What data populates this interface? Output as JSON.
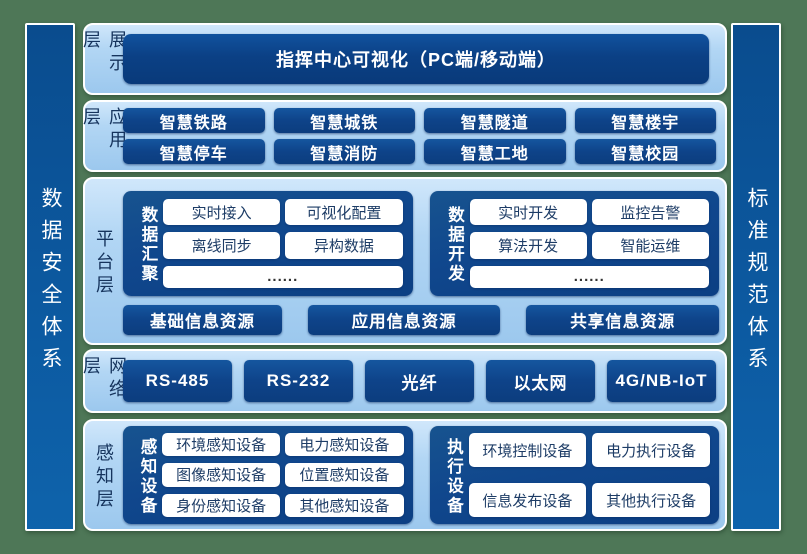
{
  "colors": {
    "background_green": "#4e7757",
    "panel_light_blue": "#a9d0f1",
    "box_navy": "#0e4389",
    "pillar_blue": "#0c59a0",
    "white_box_text": "#1d3c66"
  },
  "left_pillar": {
    "label": "数据安全体系"
  },
  "right_pillar": {
    "label": "标准规范体系"
  },
  "layers": {
    "display": {
      "label": "展示层",
      "main_box": "指挥中心可视化（PC端/移动端）"
    },
    "application": {
      "label": "应用层",
      "items": [
        "智慧铁路",
        "智慧城铁",
        "智慧隧道",
        "智慧楼宇",
        "智慧停车",
        "智慧消防",
        "智慧工地",
        "智慧校园"
      ]
    },
    "platform": {
      "label": "平台层",
      "groups": [
        {
          "name": "数据汇聚",
          "items": [
            "实时接入",
            "可视化配置",
            "离线同步",
            "异构数据"
          ],
          "more": "......"
        },
        {
          "name": "数据开发",
          "items": [
            "实时开发",
            "监控告警",
            "算法开发",
            "智能运维"
          ],
          "more": "......"
        }
      ],
      "resources": [
        "基础信息资源",
        "应用信息资源",
        "共享信息资源"
      ]
    },
    "network": {
      "label": "网络层",
      "items": [
        "RS-485",
        "RS-232",
        "光纤",
        "以太网",
        "4G/NB-IoT"
      ]
    },
    "perception": {
      "label": "感知层",
      "groups": [
        {
          "name": "感知设备",
          "items": [
            "环境感知设备",
            "电力感知设备",
            "图像感知设备",
            "位置感知设备",
            "身份感知设备",
            "其他感知设备"
          ]
        },
        {
          "name": "执行设备",
          "items": [
            "环境控制设备",
            "电力执行设备",
            "信息发布设备",
            "其他执行设备"
          ]
        }
      ]
    }
  }
}
